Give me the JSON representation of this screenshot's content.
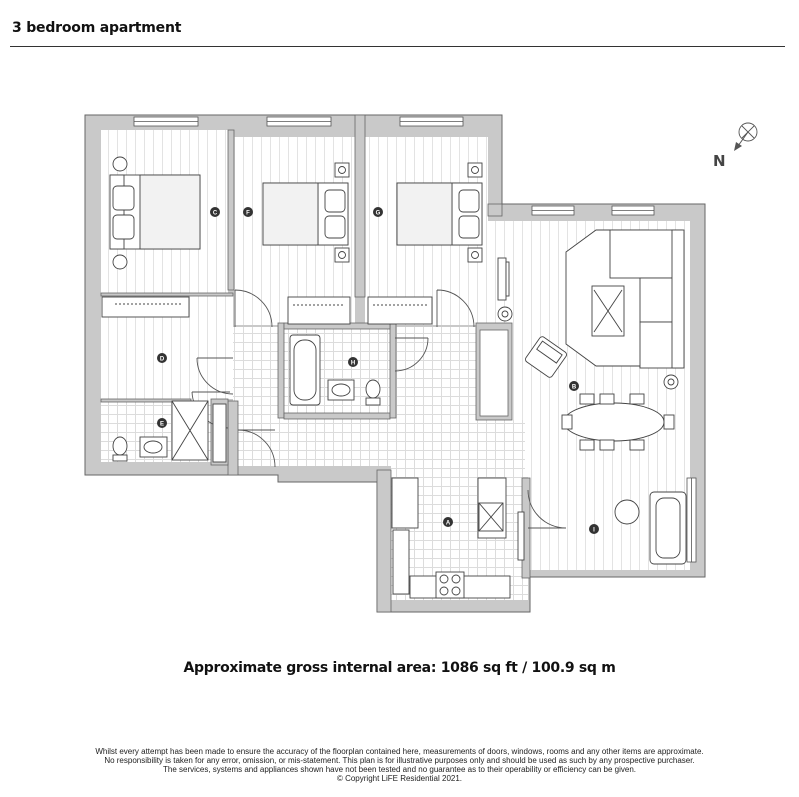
{
  "header": {
    "title": "3 bedroom apartment"
  },
  "plan": {
    "compass": {
      "label": "N"
    },
    "room_markers": [
      {
        "id": "A"
      },
      {
        "id": "B"
      },
      {
        "id": "C"
      },
      {
        "id": "D"
      },
      {
        "id": "E"
      },
      {
        "id": "F"
      },
      {
        "id": "G"
      },
      {
        "id": "H"
      },
      {
        "id": "I"
      }
    ]
  },
  "footer": {
    "area_text": "Approximate gross internal area: 1086 sq ft / 100.9 sq m",
    "disclaimer": [
      "Whilst every attempt has been made to ensure the accuracy of the floorplan contained here, measurements of doors, windows, rooms and any other items are approximate.",
      "No responsibility is taken for any error, omission, or mis-statement. This plan is for illustrative purposes only and should be used as such by any prospective purchaser.",
      "The services, systems and appliances shown have not been tested and no guarantee as to their operability or efficiency can be given.",
      "© Copyright LiFE Residential 2021."
    ]
  },
  "colors": {
    "wall": "#c9c9c9",
    "line": "#555555",
    "floor_line": "#e3e3e3",
    "tile_line": "#dcdcdc"
  }
}
